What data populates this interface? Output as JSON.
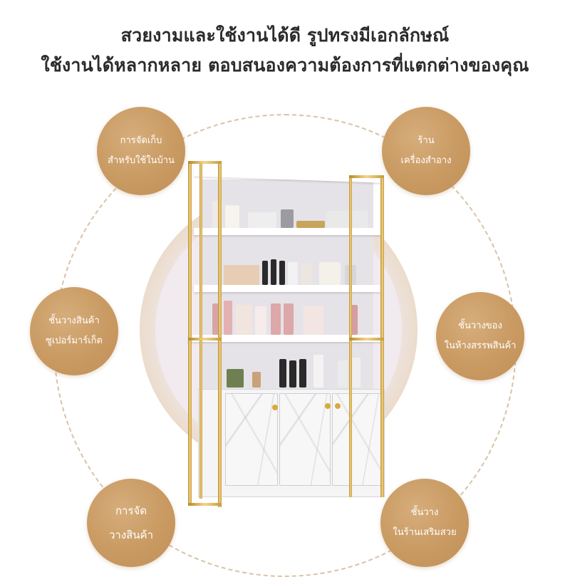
{
  "headline": {
    "line1": "สวยงามและใช้งานได้ดี รูปทรงมีเอกลักษณ์",
    "line2": "ใช้งานได้หลากหลาย ตอบสนองความต้องการที่แตกต่างของคุณ"
  },
  "bubbles": {
    "home": [
      "การจัดเก็บ",
      "สำหรับใช้ในบ้าน"
    ],
    "cosmetics": [
      "ร้าน",
      "เครื่องสำอาง"
    ],
    "supermarket": [
      "ชั้นวางสินค้า",
      "ซูเปอร์มาร์เก็ต"
    ],
    "mall": [
      "ชั้นวางของ",
      "ในห้างสรรพสินค้า"
    ],
    "display": [
      "การจัด",
      "วางสินค้า"
    ],
    "salon": [
      "ชั้นวาง",
      "ในร้านเสริมสวย"
    ]
  },
  "colors": {
    "bubble": "#c99a62",
    "gold_frame": "#d4a84a",
    "ring": "#d8c3a4",
    "headline": "#2b2b2b"
  }
}
